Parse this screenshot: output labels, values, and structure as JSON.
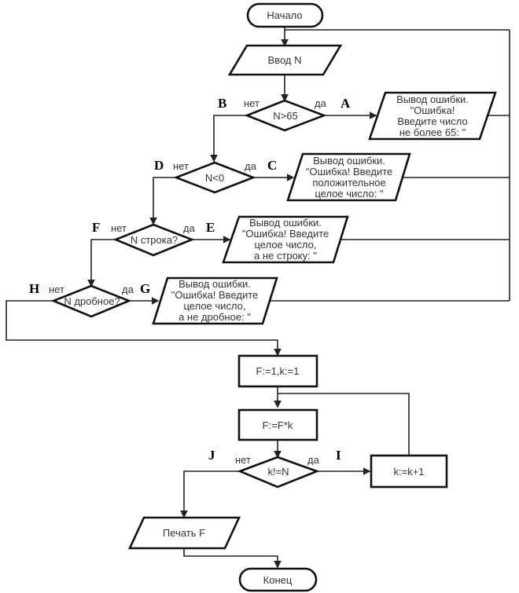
{
  "flowchart": {
    "start": "Начало",
    "input": "Ввод N",
    "decisions": [
      {
        "condition": "N>65",
        "yes_label": "да",
        "no_label": "нет",
        "yes_marker": "A",
        "no_marker": "B"
      },
      {
        "condition": "N<0",
        "yes_label": "да",
        "no_label": "нет",
        "yes_marker": "C",
        "no_marker": "D"
      },
      {
        "condition": "N строка?",
        "yes_label": "да",
        "no_label": "нет",
        "yes_marker": "E",
        "no_marker": "F"
      },
      {
        "condition": "N дробное?",
        "yes_label": "да",
        "no_label": "нет",
        "yes_marker": "G",
        "no_marker": "H"
      }
    ],
    "errors": [
      {
        "lines": [
          "Вывод ошибки.",
          "\"Ошибка!",
          "Введите число",
          "не более 65: \""
        ]
      },
      {
        "lines": [
          "Вывод ошибки.",
          "\"Ошибка! Введите",
          "положительное",
          "целое число: \""
        ]
      },
      {
        "lines": [
          "Вывод ошибки.",
          "\"Ошибка! Введите",
          "целое число,",
          "а не строку: \""
        ]
      },
      {
        "lines": [
          "Вывод ошибки.",
          "\"Ошибка! Введите",
          "целое число,",
          "а не дробное: \""
        ]
      }
    ],
    "init": "F:=1,k:=1",
    "multiply": "F:=F*k",
    "loop_decision": {
      "condition": "k!=N",
      "yes_label": "да",
      "no_label": "нет",
      "yes_marker": "I",
      "no_marker": "J"
    },
    "increment": "k:=k+1",
    "print": "Печать F",
    "end": "Конец"
  }
}
